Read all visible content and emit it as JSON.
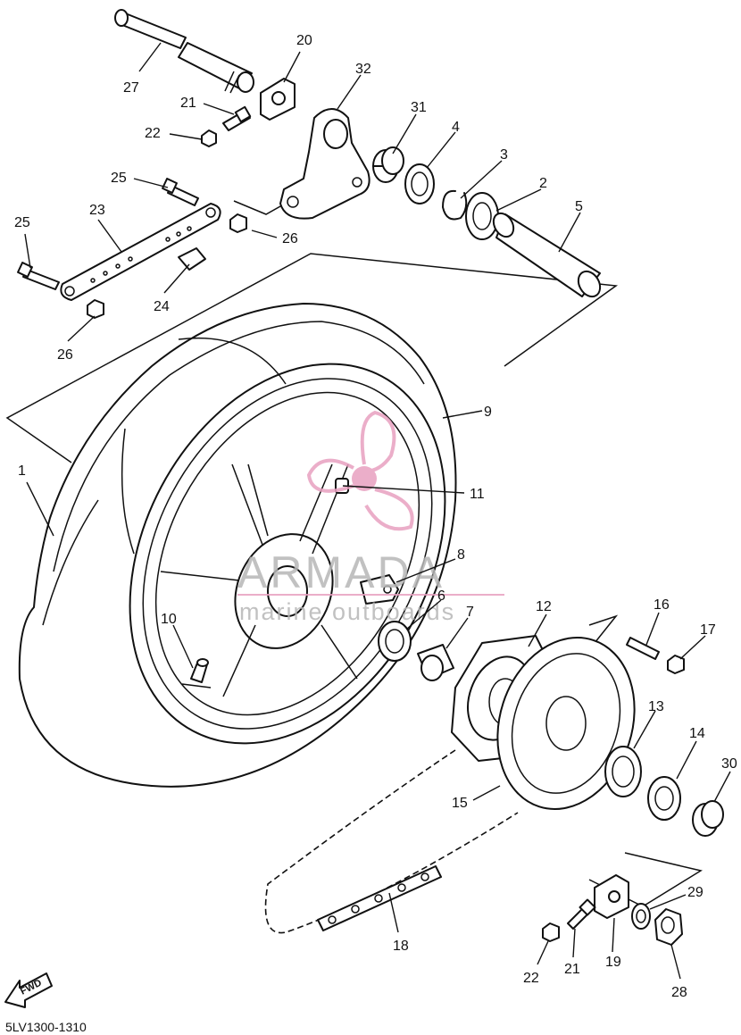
{
  "diagram": {
    "diagram_code": "5LV1300-1310",
    "fwd_label": "FWD",
    "callouts": [
      {
        "id": "c1",
        "label": "1"
      },
      {
        "id": "c2",
        "label": "2"
      },
      {
        "id": "c3",
        "label": "3"
      },
      {
        "id": "c4",
        "label": "4"
      },
      {
        "id": "c5",
        "label": "5"
      },
      {
        "id": "c6",
        "label": "6"
      },
      {
        "id": "c7",
        "label": "7"
      },
      {
        "id": "c8",
        "label": "8"
      },
      {
        "id": "c9",
        "label": "9"
      },
      {
        "id": "c10",
        "label": "10"
      },
      {
        "id": "c11",
        "label": "11"
      },
      {
        "id": "c12",
        "label": "12"
      },
      {
        "id": "c13",
        "label": "13"
      },
      {
        "id": "c14",
        "label": "14"
      },
      {
        "id": "c15",
        "label": "15"
      },
      {
        "id": "c16",
        "label": "16"
      },
      {
        "id": "c17",
        "label": "17"
      },
      {
        "id": "c18",
        "label": "18"
      },
      {
        "id": "c19",
        "label": "19"
      },
      {
        "id": "c20",
        "label": "20"
      },
      {
        "id": "c21a",
        "label": "21"
      },
      {
        "id": "c21b",
        "label": "21"
      },
      {
        "id": "c22a",
        "label": "22"
      },
      {
        "id": "c22b",
        "label": "22"
      },
      {
        "id": "c23",
        "label": "23"
      },
      {
        "id": "c24",
        "label": "24"
      },
      {
        "id": "c25a",
        "label": "25"
      },
      {
        "id": "c25b",
        "label": "25"
      },
      {
        "id": "c26a",
        "label": "26"
      },
      {
        "id": "c26b",
        "label": "26"
      },
      {
        "id": "c27",
        "label": "27"
      },
      {
        "id": "c28",
        "label": "28"
      },
      {
        "id": "c29",
        "label": "29"
      },
      {
        "id": "c30",
        "label": "30"
      },
      {
        "id": "c31",
        "label": "31"
      },
      {
        "id": "c32",
        "label": "32"
      }
    ]
  },
  "watermark": {
    "title": "ARMADA",
    "subtitle": "marine outboards",
    "logo_color": "#e8a0c0",
    "text_color": "#b7b7b7"
  }
}
